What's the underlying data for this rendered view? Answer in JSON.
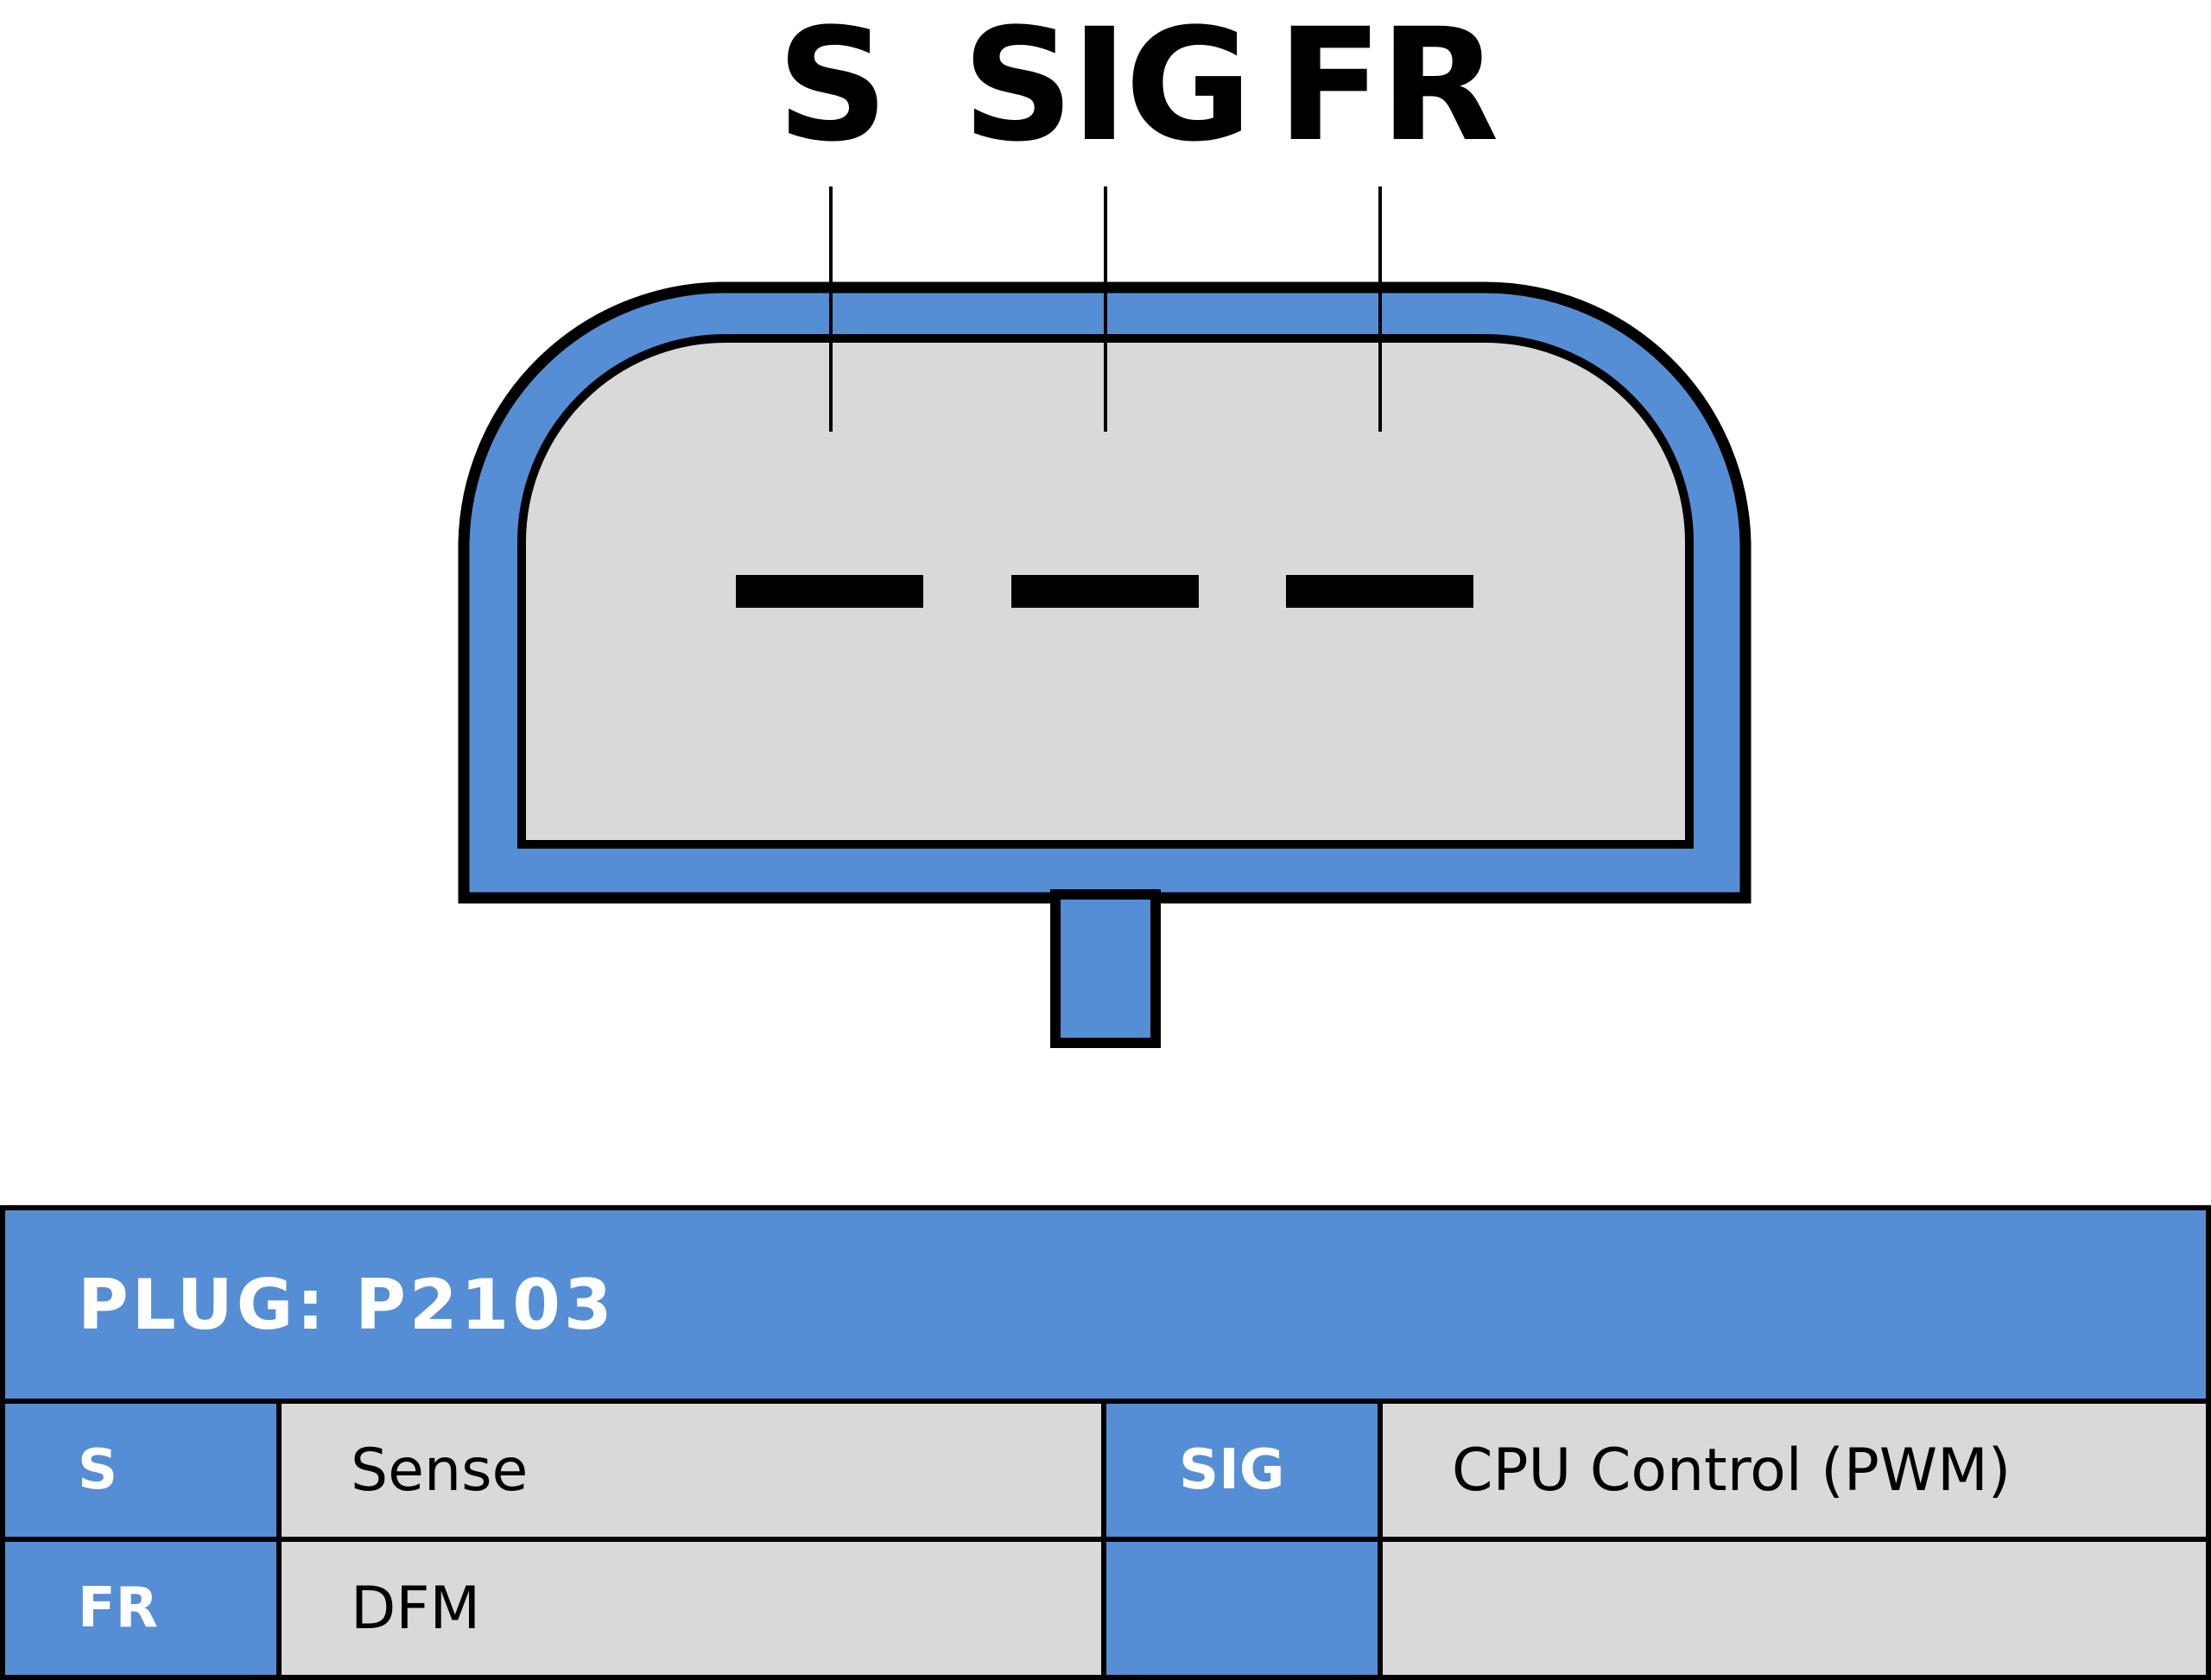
{
  "pin_labels": [
    "S",
    "SIG",
    "FR"
  ],
  "colors": {
    "housing": "#558ed5",
    "face": "#d9d9d9",
    "outline": "#000000"
  },
  "table": {
    "title": "PLUG: P2103",
    "rows": [
      [
        {
          "pin": "S",
          "desc": "Sense"
        },
        {
          "pin": "SIG",
          "desc": "CPU Control (PWM)"
        }
      ],
      [
        {
          "pin": "FR",
          "desc": "DFM"
        },
        {
          "pin": "",
          "desc": ""
        }
      ]
    ]
  }
}
